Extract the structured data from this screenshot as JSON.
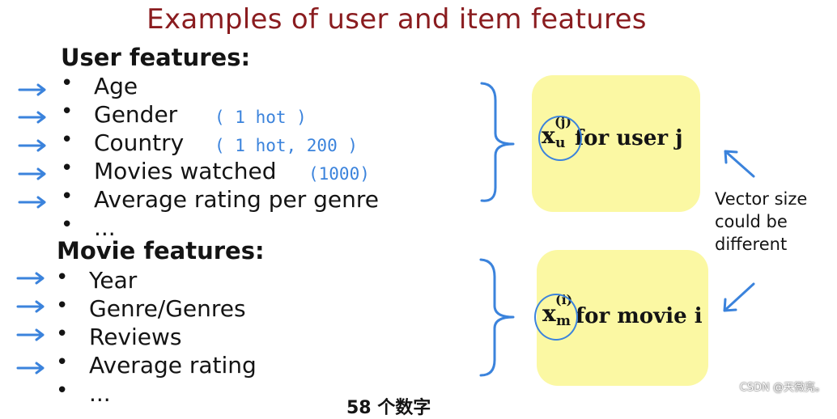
{
  "slide": {
    "title": "Examples of user and item features",
    "annotation_color": "#3b83dc",
    "box_color": "#fbf8a3",
    "title_color": "#8a1c1f"
  },
  "user_features": {
    "heading": "User features:",
    "items": [
      {
        "bullet": "•",
        "text": "Age",
        "note": ""
      },
      {
        "bullet": "•",
        "text": "Gender",
        "note": "( 1 hot )"
      },
      {
        "bullet": "•",
        "text": "Country",
        "note": "( 1 hot, 200 )"
      },
      {
        "bullet": "•",
        "text": "Movies watched",
        "note": "(1000)"
      },
      {
        "bullet": "•",
        "text": "Average rating per genre",
        "note": ""
      },
      {
        "bullet": "•",
        "text": "...",
        "note": ""
      }
    ],
    "box": {
      "x": "x",
      "superscript": "(j)",
      "subscript": "u",
      "label": "for user j"
    }
  },
  "movie_features": {
    "heading": "Movie features:",
    "items": [
      {
        "bullet": "•",
        "text": "Year"
      },
      {
        "bullet": "•",
        "text": "Genre/Genres"
      },
      {
        "bullet": "•",
        "text": "Reviews"
      },
      {
        "bullet": "•",
        "text": "Average rating"
      },
      {
        "bullet": "•",
        "text": "..."
      }
    ],
    "box": {
      "x": "x",
      "superscript": "(i)",
      "subscript": "m",
      "label": "for movie i"
    }
  },
  "vector_note": {
    "line1": "Vector size",
    "line2": "could be",
    "line3": "different"
  },
  "overlay": {
    "caption_fragment": "58 个数字",
    "watermark": "CSDN @天微亮。"
  }
}
